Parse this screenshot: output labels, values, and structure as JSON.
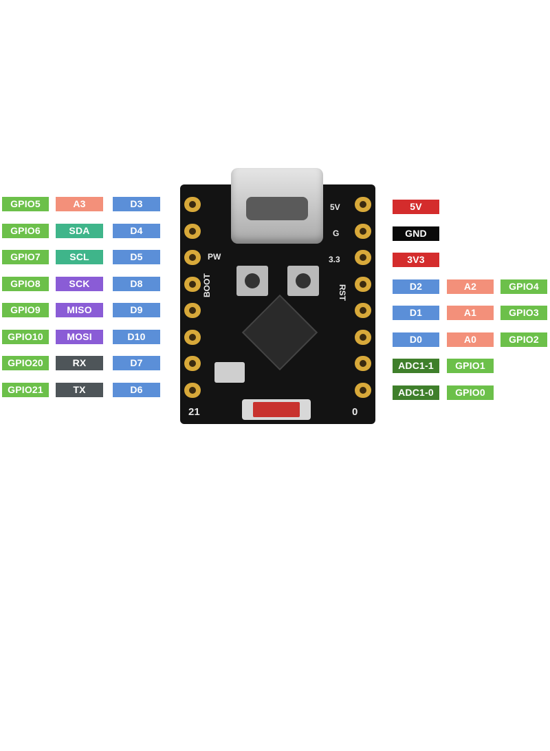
{
  "colors": {
    "gpio_green": "#6cc04a",
    "analog_salmon": "#f3907a",
    "i2c_teal": "#3fb58a",
    "spi_purple": "#8a5cd6",
    "uart_gray": "#4e5559",
    "digital_blue": "#5b8fd8",
    "power_red": "#d42c2c",
    "ground_black": "#0a0a0a",
    "adc_darkgreen": "#3f7f2b"
  },
  "left_pins": [
    {
      "gpio": "GPIO5",
      "func": "A3",
      "func_color": "analog_salmon",
      "digital": "D3"
    },
    {
      "gpio": "GPIO6",
      "func": "SDA",
      "func_color": "i2c_teal",
      "digital": "D4"
    },
    {
      "gpio": "GPIO7",
      "func": "SCL",
      "func_color": "i2c_teal",
      "digital": "D5"
    },
    {
      "gpio": "GPIO8",
      "func": "SCK",
      "func_color": "spi_purple",
      "digital": "D8"
    },
    {
      "gpio": "GPIO9",
      "func": "MISO",
      "func_color": "spi_purple",
      "digital": "D9"
    },
    {
      "gpio": "GPIO10",
      "func": "MOSI",
      "func_color": "spi_purple",
      "digital": "D10"
    },
    {
      "gpio": "GPIO20",
      "func": "RX",
      "func_color": "uart_gray",
      "digital": "D7"
    },
    {
      "gpio": "GPIO21",
      "func": "TX",
      "func_color": "uart_gray",
      "digital": "D6"
    }
  ],
  "right_pins": [
    [
      {
        "text": "5V",
        "color": "power_red"
      }
    ],
    [
      {
        "text": "GND",
        "color": "ground_black"
      }
    ],
    [
      {
        "text": "3V3",
        "color": "power_red"
      }
    ],
    [
      {
        "text": "D2",
        "color": "digital_blue"
      },
      {
        "text": "A2",
        "color": "analog_salmon"
      },
      {
        "text": "GPIO4",
        "color": "gpio_green"
      }
    ],
    [
      {
        "text": "D1",
        "color": "digital_blue"
      },
      {
        "text": "A1",
        "color": "analog_salmon"
      },
      {
        "text": "GPIO3",
        "color": "gpio_green"
      }
    ],
    [
      {
        "text": "D0",
        "color": "digital_blue"
      },
      {
        "text": "A0",
        "color": "analog_salmon"
      },
      {
        "text": "GPIO2",
        "color": "gpio_green"
      }
    ],
    [
      {
        "text": "ADC1-1",
        "color": "adc_darkgreen"
      },
      {
        "text": "GPIO1",
        "color": "gpio_green"
      }
    ],
    [
      {
        "text": "ADC1-0",
        "color": "adc_darkgreen"
      },
      {
        "text": "GPIO0",
        "color": "gpio_green"
      }
    ]
  ],
  "board": {
    "silk_5v": "5V",
    "silk_g": "G",
    "silk_pw": "PW",
    "silk_33": "3.3",
    "silk_boot": "BOOT",
    "silk_rst": "RST",
    "pin_start": "21",
    "pin_end": "0"
  }
}
